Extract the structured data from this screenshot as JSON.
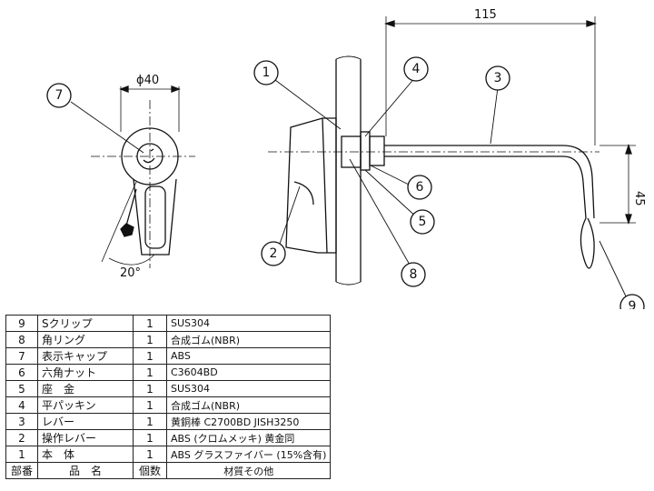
{
  "dimensions": {
    "diameter": "ϕ40",
    "length": "115",
    "height": "45",
    "angle": "20°"
  },
  "callouts": [
    "1",
    "2",
    "3",
    "4",
    "5",
    "6",
    "7",
    "8",
    "9"
  ],
  "parts_table": {
    "header": {
      "no": "部番",
      "name": "品　名",
      "qty": "個数",
      "material": "材質その他"
    },
    "rows": [
      {
        "no": "9",
        "name": "Sクリップ",
        "qty": "1",
        "material": "SUS304"
      },
      {
        "no": "8",
        "name": "角リング",
        "qty": "1",
        "material": "合成ゴム(NBR)"
      },
      {
        "no": "7",
        "name": "表示キャップ",
        "qty": "1",
        "material": "ABS"
      },
      {
        "no": "6",
        "name": "六角ナット",
        "qty": "1",
        "material": "C3604BD"
      },
      {
        "no": "5",
        "name": "座　金",
        "qty": "1",
        "material": "SUS304"
      },
      {
        "no": "4",
        "name": "平パッキン",
        "qty": "1",
        "material": "合成ゴム(NBR)"
      },
      {
        "no": "3",
        "name": "レバー",
        "qty": "1",
        "material": "黄銅棒 C2700BD JISH3250"
      },
      {
        "no": "2",
        "name": "操作レバー",
        "qty": "1",
        "material": "ABS (クロムメッキ) 黄金同"
      },
      {
        "no": "1",
        "name": "本　体",
        "qty": "1",
        "material": "ABS グラスファイバー (15%含有)"
      }
    ]
  }
}
